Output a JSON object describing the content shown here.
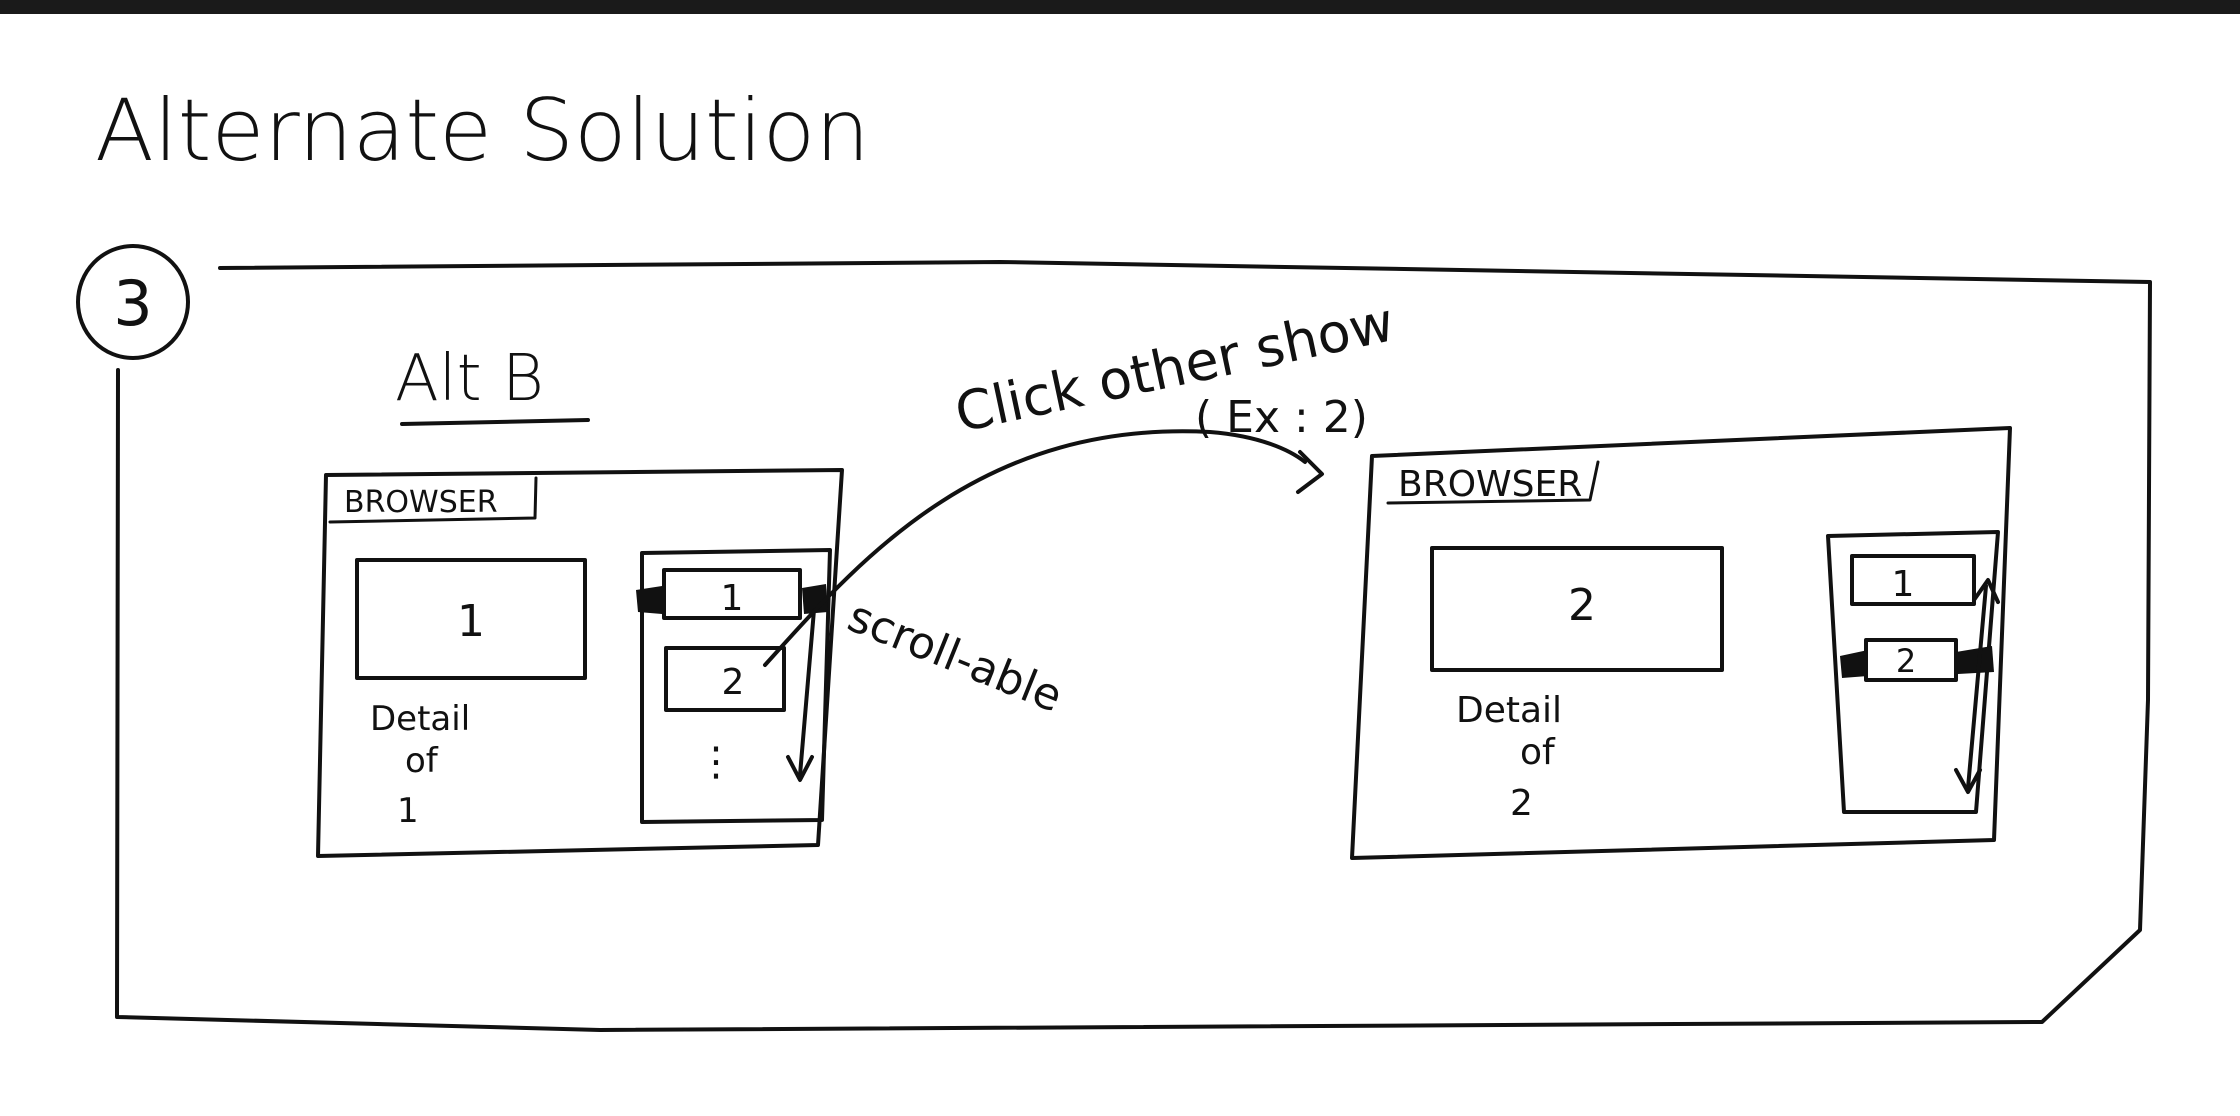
{
  "page": {
    "title": "Alternate Solution",
    "step_number": "3",
    "panel_title": "Alt B"
  },
  "left_mockup": {
    "browser_label": "BROWSER",
    "detail_box_number": "1",
    "detail_text_line1": "Detail",
    "detail_text_line2": "of",
    "detail_text_line3": "1",
    "list_items": [
      "1",
      "2"
    ],
    "list_more": "⋮"
  },
  "right_mockup": {
    "browser_label": "BROWSER",
    "detail_box_number": "2",
    "detail_text_line1": "Detail",
    "detail_text_line2": "of",
    "detail_text_line3": "2",
    "list_items": [
      "1",
      "2"
    ]
  },
  "annotations": {
    "click_label": "Click other show",
    "example_label": "( Ex : 2)",
    "scroll_label": "scroll-able"
  },
  "colors": {
    "ink": "#111111",
    "paper": "#ffffff",
    "top_band": "#1a1a1a"
  }
}
